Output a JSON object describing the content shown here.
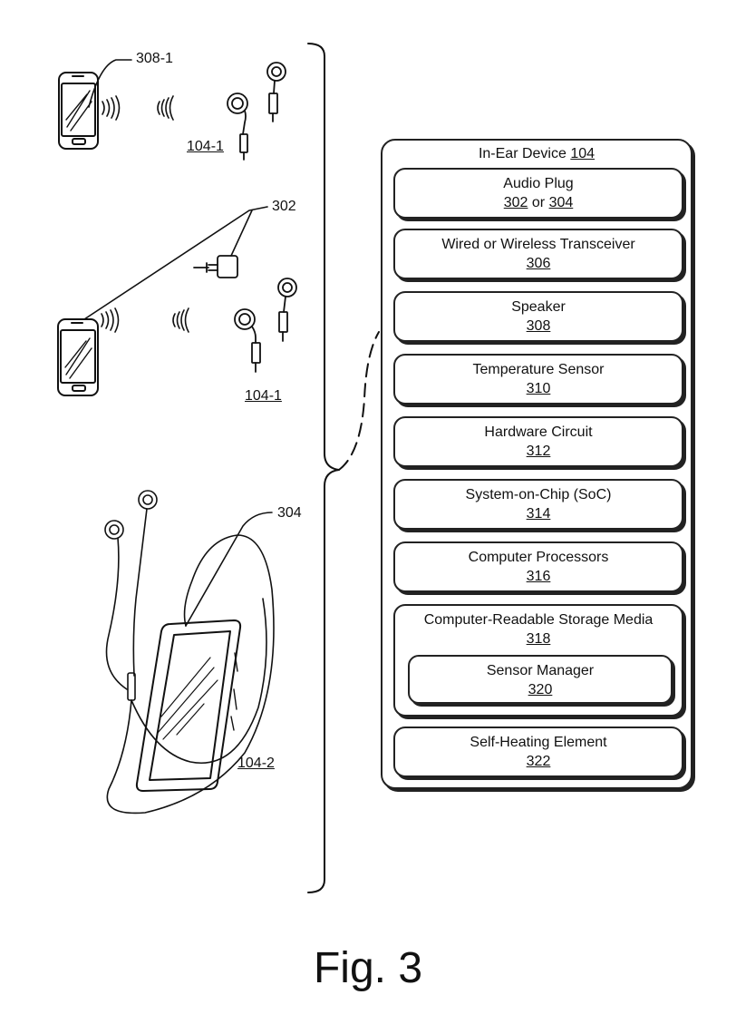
{
  "left_labels": {
    "phone_ref": "308-1",
    "earbuds_top_ref": "104-1",
    "plug_ref": "302",
    "earbuds_mid_ref": "104-1",
    "tablet_plug_ref": "304",
    "tablet_ref": "104-2"
  },
  "device": {
    "title": "In-Ear Device",
    "title_ref": "104",
    "components": [
      {
        "name": "Audio Plug",
        "ref_a": "302",
        "ref_joiner": " or ",
        "ref_b": "304"
      },
      {
        "name": "Wired or Wireless Transceiver",
        "ref": "306"
      },
      {
        "name": "Speaker",
        "ref": "308"
      },
      {
        "name": "Temperature Sensor",
        "ref": "310"
      },
      {
        "name": "Hardware Circuit",
        "ref": "312"
      },
      {
        "name": "System-on-Chip (SoC)",
        "ref": "314"
      },
      {
        "name": "Computer Processors",
        "ref": "316"
      },
      {
        "name": "Computer-Readable Storage Media",
        "ref": "318",
        "child": {
          "name": "Sensor Manager",
          "ref": "320"
        }
      },
      {
        "name": "Self-Heating Element",
        "ref": "322"
      }
    ]
  },
  "figure_label": "Fig. 3"
}
